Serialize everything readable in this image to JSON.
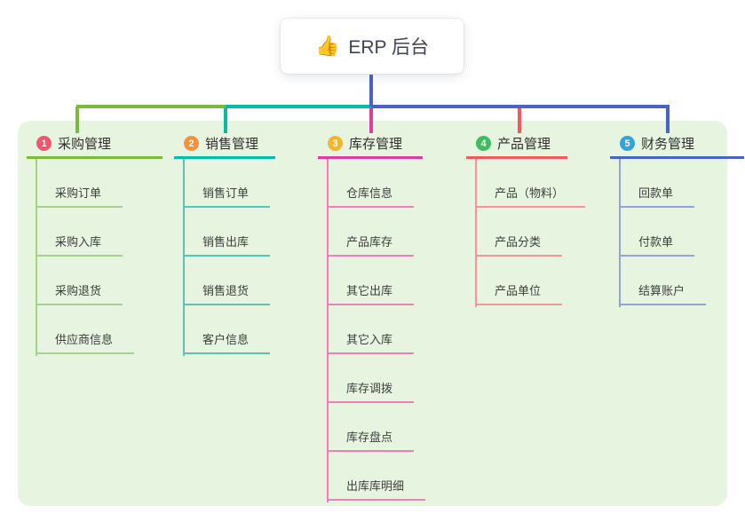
{
  "root": {
    "label": "ERP 后台",
    "icon_char": "👍",
    "connector_color": "#4a61c9"
  },
  "canvas": {
    "background_color": "#ffffff",
    "panel_color": "#e7f5e0"
  },
  "branches": [
    {
      "index": "1",
      "label": "采购管理",
      "badge_color": "#f1566c",
      "line_color": "#7cba3f",
      "child_line_color": "#a8d08d",
      "children": [
        "采购订单",
        "采购入库",
        "采购退货",
        "供应商信息"
      ]
    },
    {
      "index": "2",
      "label": "销售管理",
      "badge_color": "#f9903e",
      "line_color": "#00bda5",
      "child_line_color": "#55c5b8",
      "children": [
        "销售订单",
        "销售出库",
        "销售退货",
        "客户信息"
      ]
    },
    {
      "index": "3",
      "label": "库存管理",
      "badge_color": "#f8b42b",
      "line_color": "#dc3f99",
      "child_line_color": "#ee7fb9",
      "children": [
        "仓库信息",
        "产品库存",
        "其它出库",
        "其它入库",
        "库存调拨",
        "库存盘点",
        "出库库明细"
      ]
    },
    {
      "index": "4",
      "label": "产品管理",
      "badge_color": "#3fbc5c",
      "line_color": "#f4595b",
      "child_line_color": "#f59595",
      "children": [
        "产品（物料）",
        "产品分类",
        "产品单位"
      ]
    },
    {
      "index": "5",
      "label": "财务管理",
      "badge_color": "#33a3db",
      "line_color": "#4663c8",
      "child_line_color": "#90a4db",
      "children": [
        "回款单",
        "付款单",
        "结算账户"
      ]
    }
  ]
}
